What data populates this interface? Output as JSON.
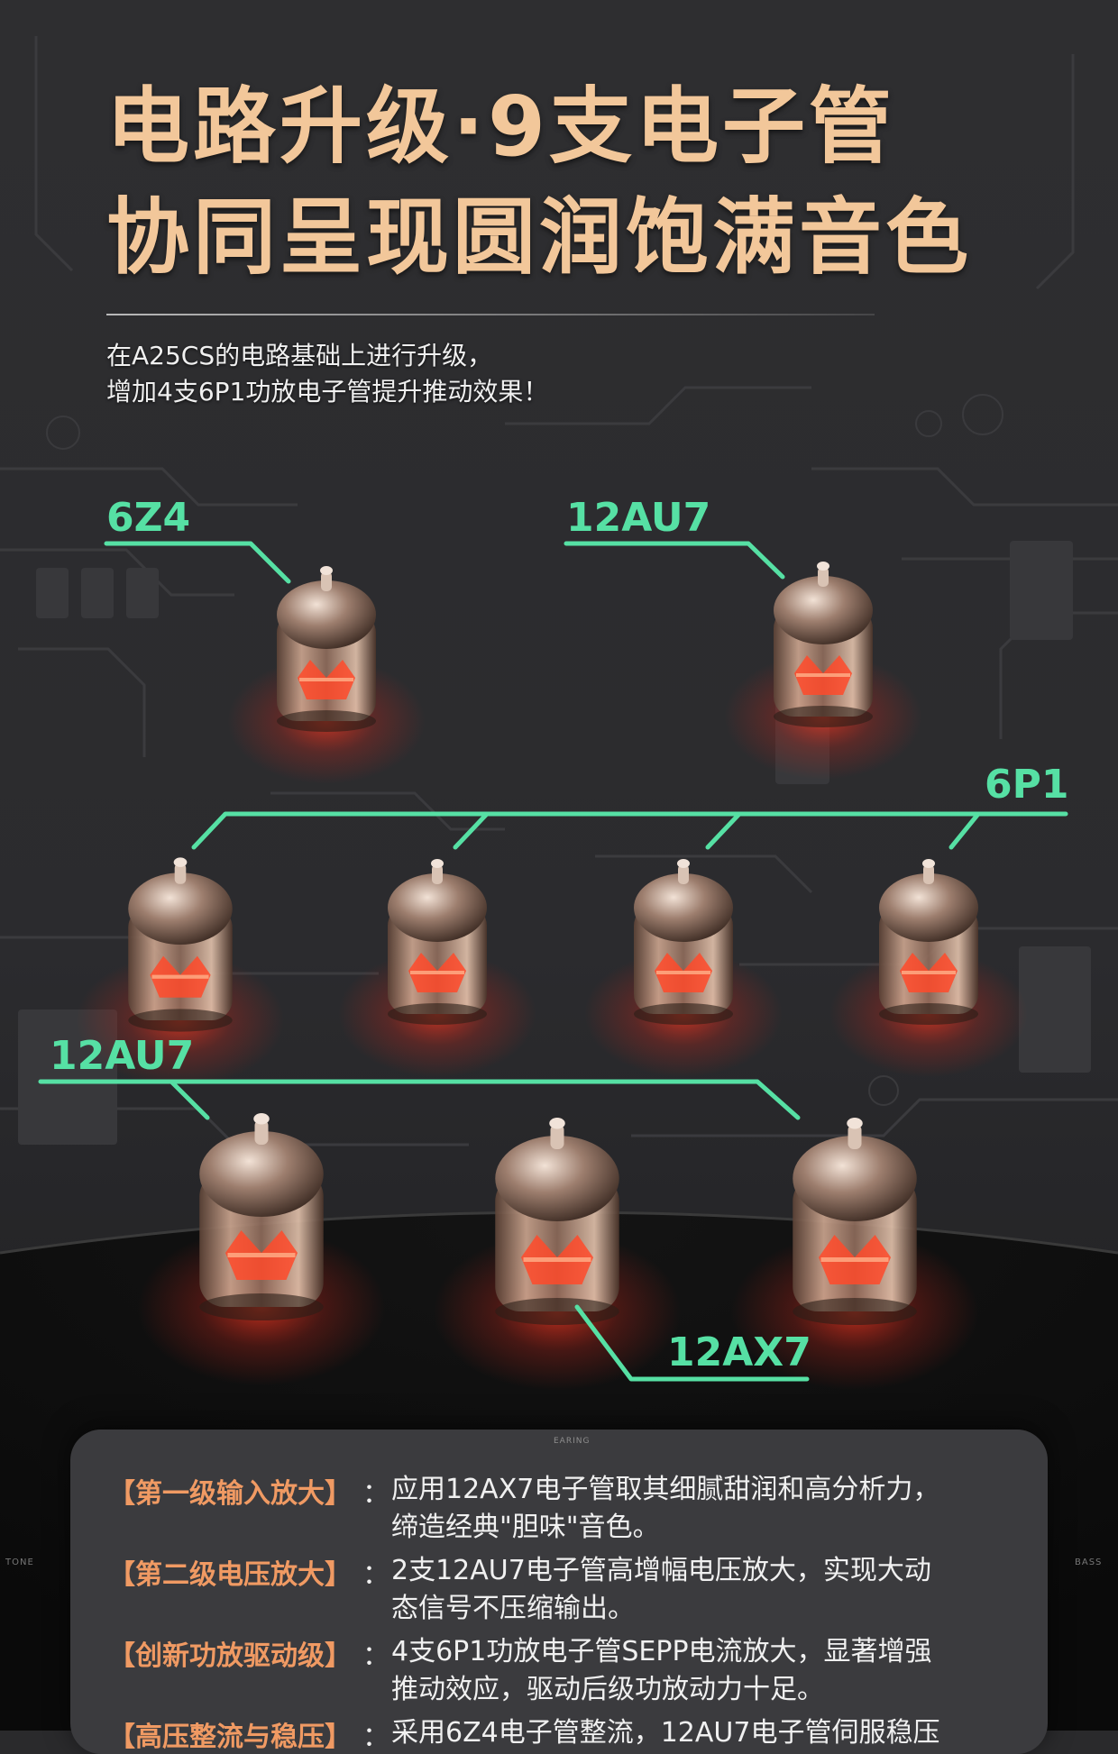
{
  "headline": {
    "line1": "电路升级·9支电子管",
    "line2": "协同呈现圆润饱满音色"
  },
  "subtitle": {
    "line1": "在A25CS的电路基础上进行升级，",
    "line2": "增加4支6P1功放电子管提升推动效果！"
  },
  "tube_labels": {
    "rectifier": "6Z4",
    "voltage_amp_top": "12AU7",
    "driver": "6P1",
    "voltage_amp_left": "12AU7",
    "input": "12AX7"
  },
  "panel": {
    "mark": "EARING",
    "specs": [
      {
        "name": "【第一级输入放大】",
        "colon": "：",
        "desc1": "应用12AX7电子管取其细腻甜润和高分析力，",
        "desc2": "缔造经典\"胆味\"音色。"
      },
      {
        "name": "【第二级电压放大】",
        "colon": "：",
        "desc1": "2支12AU7电子管高增幅电压放大，实现大动",
        "desc2": "态信号不压缩输出。"
      },
      {
        "name": "【创新功放驱动级】",
        "colon": "：",
        "desc1": "4支6P1功放电子管SEPP电流放大，显著增强",
        "desc2": "推动效应，驱动后级功放动力十足。"
      },
      {
        "name": "【高压整流与稳压】",
        "colon": "：",
        "desc1": "采用6Z4电子管整流，12AU7电子管伺服稳压",
        "desc2": ""
      }
    ],
    "side_left": "TONE",
    "side_right": "BASS"
  },
  "colors": {
    "headline": "#f2c79a",
    "label_green": "#56e0a4",
    "spec_orange": "#f09a63",
    "glow": "#ff3a22"
  }
}
